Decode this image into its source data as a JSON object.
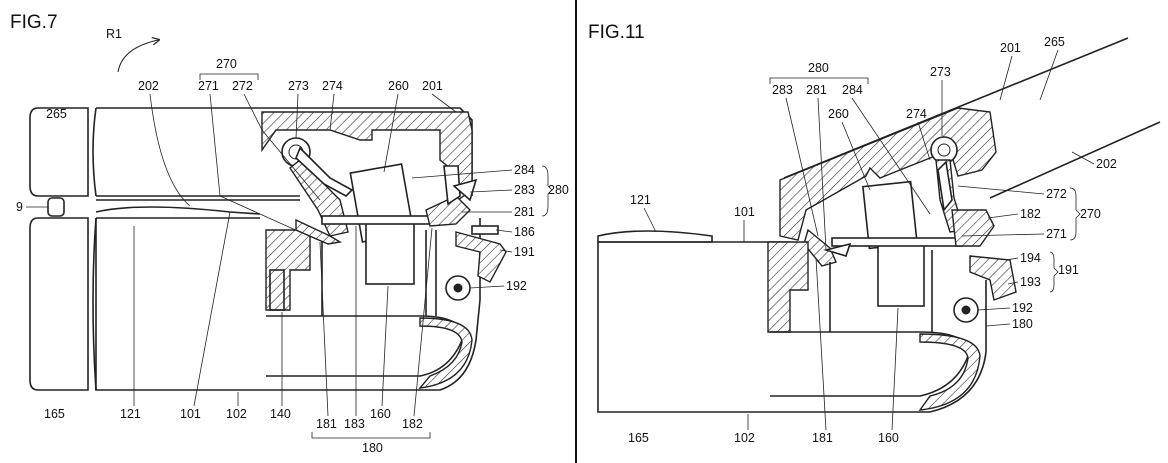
{
  "figures": [
    {
      "title": "FIG.7",
      "labels": {
        "r1": "R1",
        "n270": "270",
        "n271": "271",
        "n272": "272",
        "n273": "273",
        "n274": "274",
        "n260": "260",
        "n201": "201",
        "n265": "265",
        "n202": "202",
        "n9": "9",
        "n284": "284",
        "n283": "283",
        "n280": "280",
        "n281": "281",
        "n186": "186",
        "n191": "191",
        "n192": "192",
        "n165": "165",
        "n121": "121",
        "n101": "101",
        "n102": "102",
        "n140": "140",
        "n181": "181",
        "n183": "183",
        "n160": "160",
        "n182": "182",
        "n180": "180"
      }
    },
    {
      "title": "FIG.11",
      "labels": {
        "n280": "280",
        "n283": "283",
        "n281": "281",
        "n284": "284",
        "n273": "273",
        "n201": "201",
        "n265": "265",
        "n260": "260",
        "n274": "274",
        "n202": "202",
        "n272": "272",
        "n182": "182",
        "n270": "270",
        "n271": "271",
        "n121": "121",
        "n101": "101",
        "n194": "194",
        "n193": "193",
        "n191": "191",
        "n192": "192",
        "n180": "180",
        "n165": "165",
        "n102": "102",
        "n181": "181",
        "n160": "160"
      }
    }
  ]
}
